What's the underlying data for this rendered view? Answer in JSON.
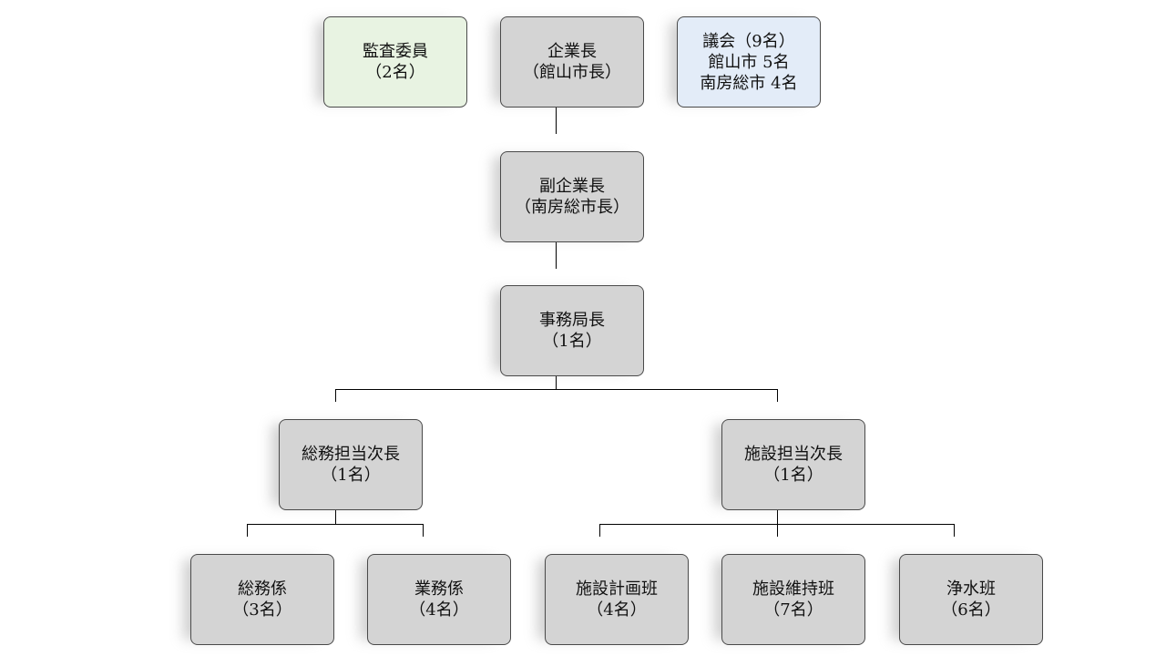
{
  "chart": {
    "audit": {
      "line1": "監査委員",
      "line2": "（2名）"
    },
    "ceo": {
      "line1": "企業長",
      "line2": "（館山市長）"
    },
    "council": {
      "line1": "議会（9名）",
      "line2": "館山市 5名",
      "line3": "南房総市 4名"
    },
    "vice_ceo": {
      "line1": "副企業長",
      "line2": "（南房総市長）"
    },
    "director": {
      "line1": "事務局長",
      "line2": "（1名）"
    },
    "general_deputy": {
      "line1": "総務担当次長",
      "line2": "（1名）"
    },
    "facility_deputy": {
      "line1": "施設担当次長",
      "line2": "（1名）"
    },
    "general_affairs": {
      "line1": "総務係",
      "line2": "（3名）"
    },
    "business": {
      "line1": "業務係",
      "line2": "（4名）"
    },
    "facility_planning": {
      "line1": "施設計画班",
      "line2": "（4名）"
    },
    "facility_maintenance": {
      "line1": "施設維持班",
      "line2": "（7名）"
    },
    "water_purification": {
      "line1": "浄水班",
      "line2": "（6名）"
    }
  },
  "colors": {
    "node": "#d4d4d4",
    "audit": "#e8f3e2",
    "council": "#e3ecf8",
    "connector": "#000000"
  }
}
